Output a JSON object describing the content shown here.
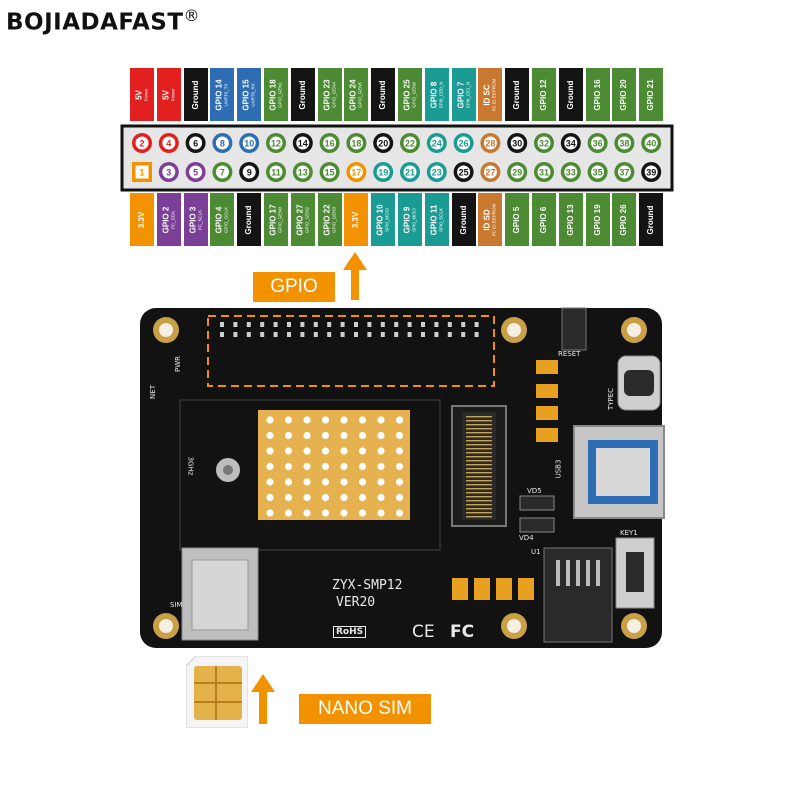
{
  "brand": {
    "name": "BOJIADAFAST",
    "mark": "®"
  },
  "colors": {
    "power5v": "#e1201f",
    "ground": "#141414",
    "gpio": "#4c8a33",
    "uart": "#2e6db4",
    "i2c": "#7c3f98",
    "spi": "#1a9c94",
    "idsc": "#c8792f",
    "power33": "#f39200",
    "accent": "#f39200"
  },
  "header": {
    "top_labels": [
      {
        "name": "5V",
        "sub": "Power",
        "type": "power5v"
      },
      {
        "name": "5V",
        "sub": "Power",
        "type": "power5v"
      },
      {
        "name": "Ground",
        "sub": "",
        "type": "ground"
      },
      {
        "name": "GPIO 14",
        "sub": "UART0_TX",
        "type": "uart"
      },
      {
        "name": "GPIO 15",
        "sub": "UART0_RX",
        "type": "uart"
      },
      {
        "name": "GPIO 18",
        "sub": "GPIO_GEN1",
        "type": "gpio"
      },
      {
        "name": "Ground",
        "sub": "",
        "type": "ground"
      },
      {
        "name": "GPIO 23",
        "sub": "GPIO_GEN4",
        "type": "gpio"
      },
      {
        "name": "GPIO 24",
        "sub": "GPIO_GEN5",
        "type": "gpio"
      },
      {
        "name": "Ground",
        "sub": "",
        "type": "ground"
      },
      {
        "name": "GPIO 25",
        "sub": "GPIO_GEN6",
        "type": "gpio"
      },
      {
        "name": "GPIO 8",
        "sub": "SPI0_CE0_N",
        "type": "spi"
      },
      {
        "name": "GPIO 7",
        "sub": "SPI0_CE1_N",
        "type": "spi"
      },
      {
        "name": "ID SC",
        "sub": "I²C ID EEPROM",
        "type": "idsc"
      },
      {
        "name": "Ground",
        "sub": "",
        "type": "ground"
      },
      {
        "name": "GPIO 12",
        "sub": "",
        "type": "gpio"
      },
      {
        "name": "Ground",
        "sub": "",
        "type": "ground"
      },
      {
        "name": "GPIO 16",
        "sub": "",
        "type": "gpio"
      },
      {
        "name": "GPIO 20",
        "sub": "",
        "type": "gpio"
      },
      {
        "name": "GPIO 21",
        "sub": "",
        "type": "gpio"
      }
    ],
    "bottom_labels": [
      {
        "name": "3.3V",
        "sub": "",
        "type": "power33"
      },
      {
        "name": "GPIO 2",
        "sub": "I²C_SDA",
        "type": "i2c"
      },
      {
        "name": "GPIO 3",
        "sub": "I²C_SCLK",
        "type": "i2c"
      },
      {
        "name": "GPIO 4",
        "sub": "GPIO_GCLK",
        "type": "gpio"
      },
      {
        "name": "Ground",
        "sub": "",
        "type": "ground"
      },
      {
        "name": "GPIO 17",
        "sub": "GPIO_GEN0",
        "type": "gpio"
      },
      {
        "name": "GPIO 27",
        "sub": "GPIO_GEN2",
        "type": "gpio"
      },
      {
        "name": "GPIO 22",
        "sub": "GPIO_GEN3",
        "type": "gpio"
      },
      {
        "name": "3.3V",
        "sub": "",
        "type": "power33"
      },
      {
        "name": "GPIO 10",
        "sub": "SPI0_MOSI",
        "type": "spi"
      },
      {
        "name": "GPIO 9",
        "sub": "SPI0_MISO",
        "type": "spi"
      },
      {
        "name": "GPIO 11",
        "sub": "SPI0_SCLK",
        "type": "spi"
      },
      {
        "name": "Ground",
        "sub": "",
        "type": "ground"
      },
      {
        "name": "ID SD",
        "sub": "I²C ID EEPROM",
        "type": "idsc"
      },
      {
        "name": "GPIO 5",
        "sub": "",
        "type": "gpio"
      },
      {
        "name": "GPIO 6",
        "sub": "",
        "type": "gpio"
      },
      {
        "name": "GPIO 13",
        "sub": "",
        "type": "gpio"
      },
      {
        "name": "GPIO 19",
        "sub": "",
        "type": "gpio"
      },
      {
        "name": "GPIO 26",
        "sub": "",
        "type": "gpio"
      },
      {
        "name": "Ground",
        "sub": "",
        "type": "ground"
      }
    ],
    "top_pins": [
      "2",
      "4",
      "6",
      "8",
      "10",
      "12",
      "14",
      "16",
      "18",
      "20",
      "22",
      "24",
      "26",
      "28",
      "30",
      "32",
      "34",
      "36",
      "38",
      "40"
    ],
    "bottom_pins": [
      "1",
      "3",
      "5",
      "7",
      "9",
      "11",
      "13",
      "15",
      "17",
      "19",
      "21",
      "23",
      "25",
      "27",
      "29",
      "31",
      "33",
      "35",
      "37",
      "39"
    ]
  },
  "callouts": {
    "gpio": "GPIO",
    "nano_sim": "NANO SIM"
  },
  "board": {
    "model": "ZYX-SMP12",
    "version": "VER20",
    "rohs": "RoHS",
    "ce": "CE",
    "fc": "FC",
    "sim_label": "SIM",
    "usb3_label": "USB3",
    "typec_label": "TYPEC",
    "key1_label": "KEY1",
    "reset_label": "RESET",
    "net_label": "NET",
    "pwr_label": "PWR",
    "vd5": "VD5",
    "vd4": "VD4",
    "u1": "U1",
    "antenna_label": "3GHz"
  }
}
